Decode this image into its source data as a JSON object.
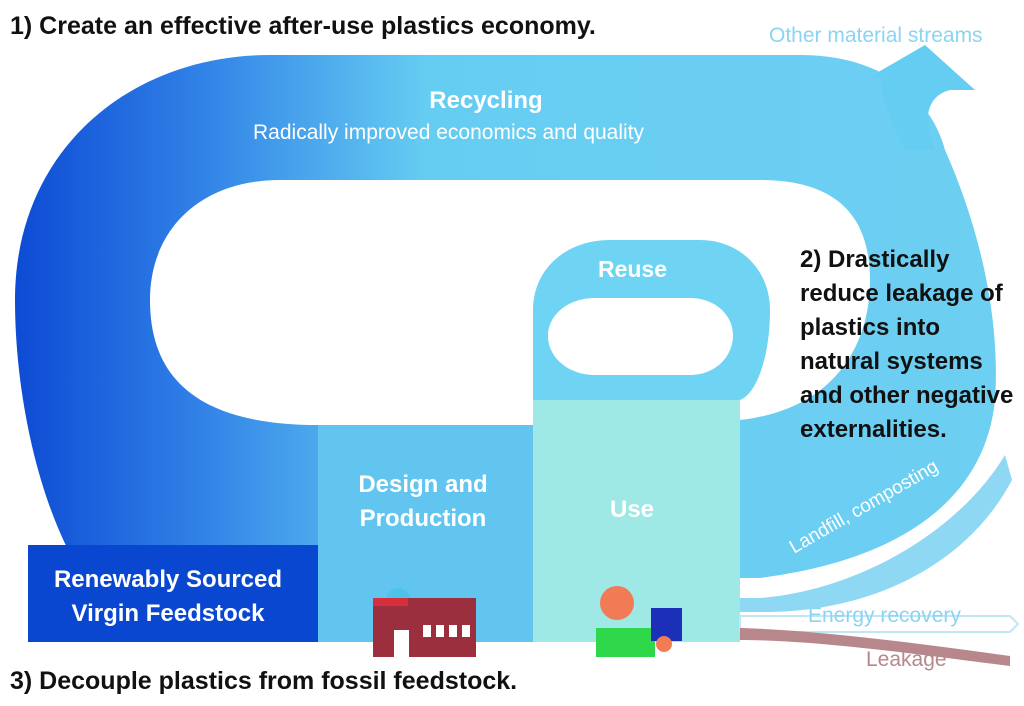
{
  "headings": {
    "one": "1) Create an effective after-use plastics economy.",
    "three": "3) Decouple plastics from fossil feedstock."
  },
  "side_note": "2) Drastically reduce leakage of plastics into natural systems and other negative externalities.",
  "recycling": {
    "title": "Recycling",
    "subtitle": "Radically improved economics and quality"
  },
  "reuse": "Reuse",
  "design": [
    "Design and",
    "Production"
  ],
  "use": "Use",
  "feedstock": [
    "Renewably Sourced",
    "Virgin Feedstock"
  ],
  "outflows": {
    "other": "Other material streams",
    "landfill": "Landfill, composting",
    "energy": "Energy recovery",
    "leakage": "Leakage"
  },
  "icons": [
    "factory-icon",
    "person-icon"
  ],
  "colors": {
    "recycling_loop_light": "#66cdf2",
    "recycling_loop_dark": "#0d4bd4",
    "design_block": "#62c5f0",
    "use_block": "#9ee8e6",
    "feedstock_block": "#0a47d0",
    "outflow_text": "#8bd4f2",
    "leakage": "#b8878c"
  }
}
